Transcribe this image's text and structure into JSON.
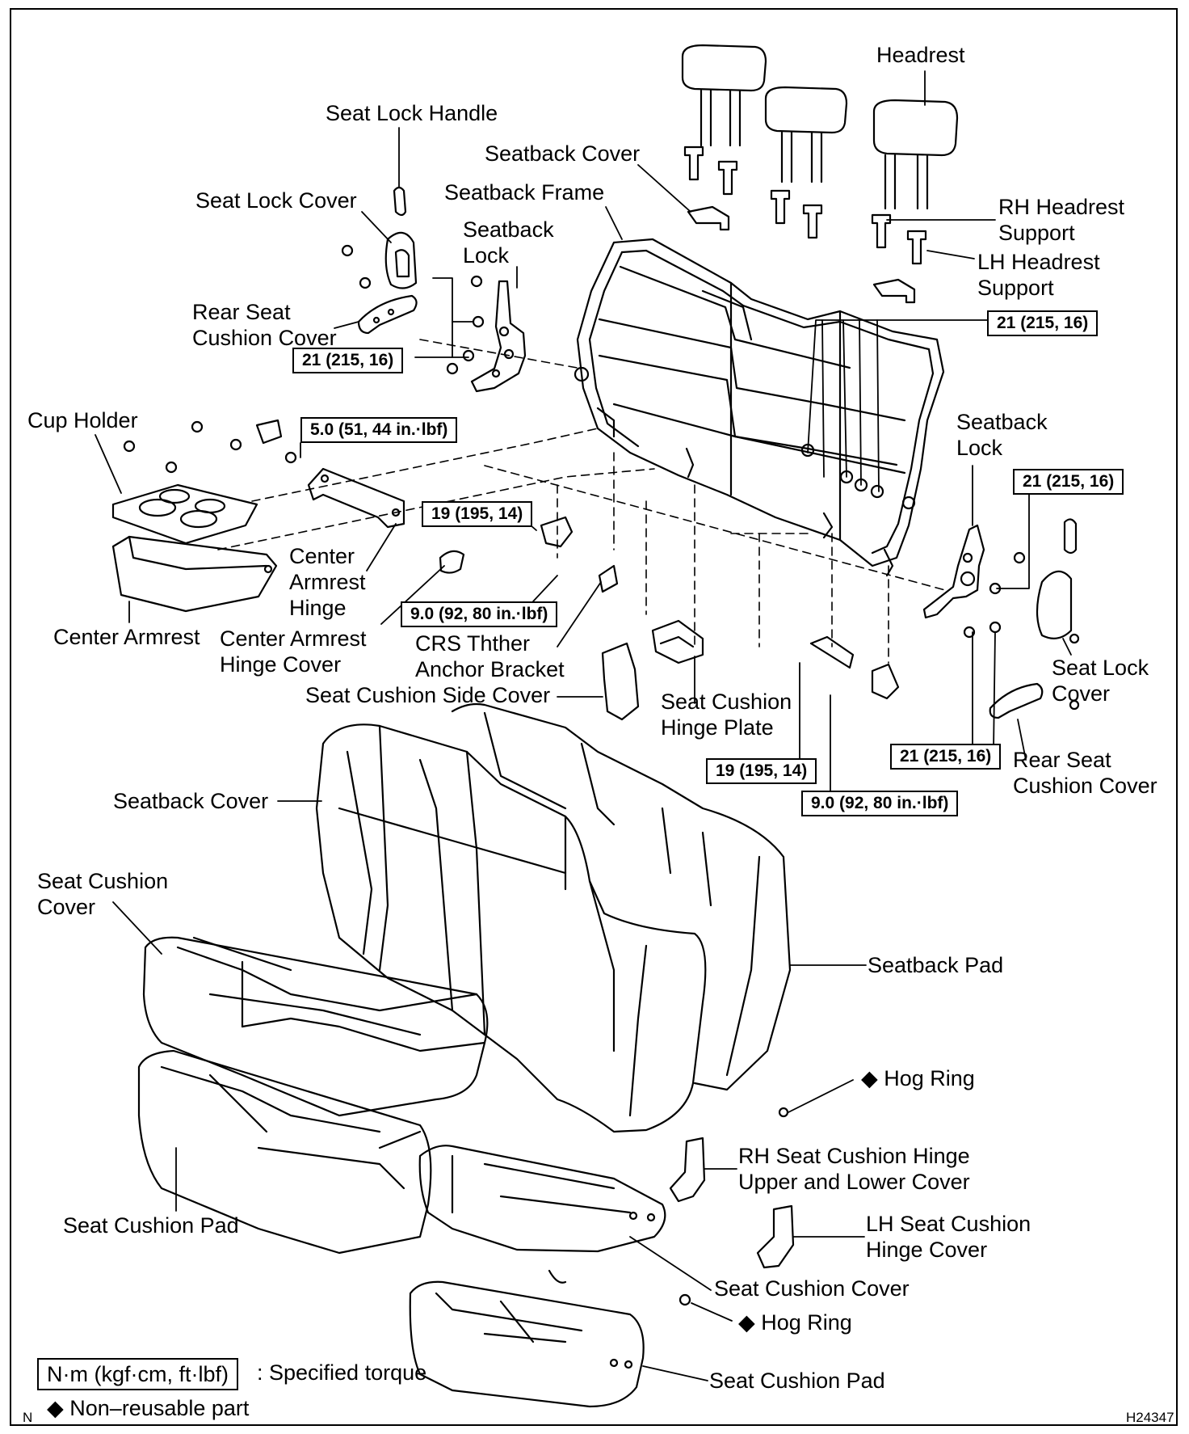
{
  "labels": {
    "headrest": "Headrest",
    "seat_lock_handle": "Seat Lock Handle",
    "seatback_cover_top": "Seatback Cover",
    "seatback_frame": "Seatback Frame",
    "seat_lock_cover_left": "Seat Lock Cover",
    "seatback_lock_left": "Seatback\nLock",
    "rh_headrest_support": "RH Headrest\nSupport",
    "lh_headrest_support": "LH Headrest\nSupport",
    "rear_seat_cushion_cover_left": "Rear Seat\nCushion Cover",
    "cup_holder": "Cup Holder",
    "seatback_lock_right": "Seatback\nLock",
    "center_armrest_hinge": "Center\nArmrest\nHinge",
    "center_armrest": "Center Armrest",
    "center_armrest_hinge_cover": "Center Armrest\nHinge Cover",
    "crs_tether_anchor_bracket": "CRS Thther\nAnchor Bracket",
    "seat_cushion_side_cover": "Seat Cushion Side Cover",
    "seat_cushion_hinge_plate": "Seat Cushion\nHinge Plate",
    "seat_lock_cover_right": "Seat Lock\nCover",
    "rear_seat_cushion_cover_right": "Rear Seat\nCushion Cover",
    "seatback_cover_mid": "Seatback Cover",
    "seat_cushion_cover_left": "Seat Cushion\nCover",
    "seatback_pad": "Seatback Pad",
    "hog_ring_upper": "◆ Hog Ring",
    "rh_seat_cushion_hinge_cover": "RH Seat Cushion Hinge\nUpper and Lower Cover",
    "seat_cushion_pad_left": "Seat Cushion Pad",
    "lh_seat_cushion_hinge_cover": "LH Seat Cushion\nHinge Cover",
    "seat_cushion_cover_lower": "Seat Cushion Cover",
    "hog_ring_lower": "◆ Hog Ring",
    "seat_cushion_pad_lower": "Seat Cushion Pad"
  },
  "torque": {
    "t1": "21 (215, 16)",
    "t2": "21 (215, 16)",
    "t3": "5.0 (51, 44 in.·lbf)",
    "t4": "21 (215, 16)",
    "t5": "19 (195, 14)",
    "t6": "9.0 (92, 80 in.·lbf)",
    "t7": "21 (215, 16)",
    "t8": "19 (195, 14)",
    "t9": "9.0 (92, 80 in.·lbf)"
  },
  "legend": {
    "unit_box": "N·m (kgf·cm, ft·lbf)",
    "unit_desc": ": Specified torque",
    "nonreusable": "◆ Non–reusable part"
  },
  "corner": {
    "left": "N",
    "right": "H24347"
  }
}
